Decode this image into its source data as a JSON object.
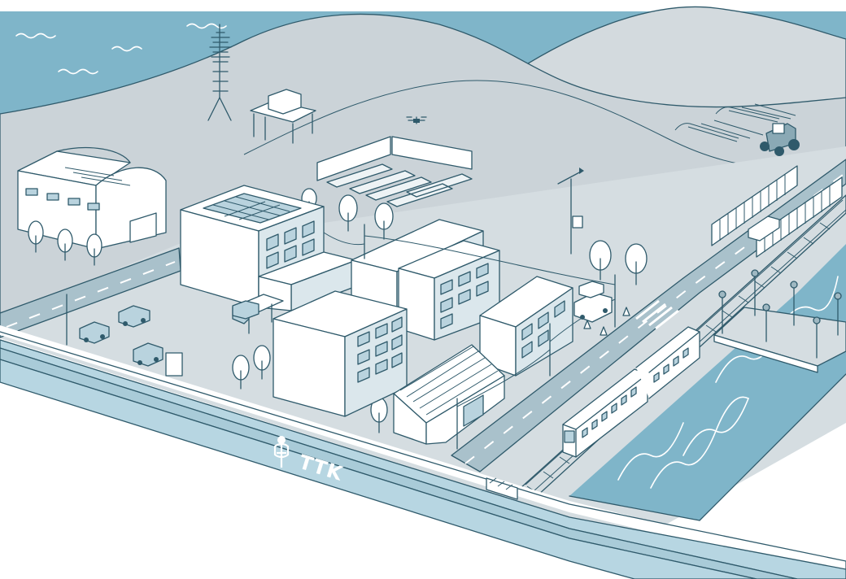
{
  "brand": {
    "name": "TTK",
    "logo_icon": "ttk-figure-logo",
    "color": "#ffffff"
  },
  "palette": {
    "ink": "#2f5a6b",
    "water": "#7fb5c9",
    "ground": "#d5dde1",
    "hill": "#c9d1d6",
    "road": "#a9c1cb",
    "building": "#ffffff",
    "building_side": "#dbe7ec",
    "window": "#b9d3de",
    "rail_cable": "#b7d6e2"
  },
  "scene": {
    "description_elements": [
      "sea",
      "hills",
      "radio-tower",
      "water-tower",
      "drone",
      "greenhouses",
      "tractor",
      "hangar",
      "solar-panels",
      "office-buildings",
      "parking",
      "bus-stop",
      "utility-poles",
      "weather-station",
      "train",
      "railway",
      "river",
      "bridge",
      "street-lights",
      "fence",
      "cable-duct"
    ]
  }
}
